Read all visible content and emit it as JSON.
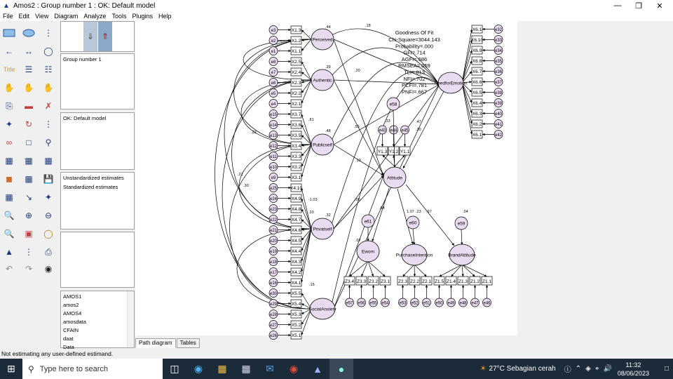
{
  "window": {
    "title": "Amos2 : Group number 1 : OK: Default model",
    "minimize": "—",
    "maximize": "❐",
    "close": "✕"
  },
  "menu": [
    "File",
    "Edit",
    "View",
    "Diagram",
    "Analyze",
    "Tools",
    "Plugins",
    "Help"
  ],
  "panels": {
    "group": "Group number 1",
    "model": "OK: Default model",
    "estimates": [
      "Unstandardized estimates",
      "Standardized estimates"
    ],
    "files": [
      "AMOS1",
      "amos2",
      "AMOS4",
      "amosdata",
      "CFAIN",
      "daat",
      "Data"
    ]
  },
  "fit": {
    "title": "Goodness Of Fit",
    "lines": [
      "Chi-Square=3044.143",
      "Probability=.000",
      "GFI=.714",
      "AGFI=.686",
      "RMSEA=.059",
      "TLI=.813",
      "NFI=.702",
      "PCFI=.781",
      "PNFI=.667"
    ]
  },
  "latents": {
    "perceived": "Perceived",
    "authentic": "Authentic",
    "publicself": "Publicself",
    "privatself": "Privatself",
    "socialanxiety": "SocialAnxiety",
    "needforemotion": "NeedforEmotion",
    "attitude": "Attitude",
    "ewom": "Ewom",
    "purchase": "PurchaseIntention",
    "brand": "BrandAttitude"
  },
  "left_items": [
    "X1.3",
    "X1.2",
    "X1.1",
    "X2.5",
    "X2.4",
    "X2.3",
    "X2.2",
    "X2.1",
    "X3.7",
    "X3.6",
    "X3.5",
    "X3.4",
    "X3.3",
    "X3.2",
    "X3.1",
    "X4.10",
    "X4.9",
    "X4.8",
    "X4.7",
    "X4.6",
    "X4.5",
    "X4.4",
    "X4.3",
    "X4.2",
    "X4.1",
    "X5.5",
    "X5.4",
    "X5.3",
    "X5.2",
    "X5.1"
  ],
  "left_errors": [
    "e3",
    "e2",
    "e1",
    "e8",
    "e7",
    "e6",
    "e5",
    "e4",
    "e15",
    "e14",
    "e13",
    "e12",
    "e11",
    "e10",
    "e9",
    "e25",
    "e24",
    "e23",
    "e22",
    "e21",
    "e20",
    "e19",
    "e18",
    "e17",
    "e16",
    "e30",
    "e29",
    "e28",
    "e27",
    "e26"
  ],
  "right_items": [
    "X6.1",
    "X6.10",
    "X6.9",
    "X6.8",
    "X6.7",
    "X6.6",
    "X6.5",
    "X6.4",
    "X6.3",
    "X6.2",
    "X6.1"
  ],
  "right_errors": [
    "e32",
    "e33",
    "e34",
    "e35",
    "e36",
    "e37",
    "e38",
    "e39",
    "e40",
    "e41",
    "e42"
  ],
  "y_items": [
    "Y1.3",
    "Y1.2",
    "Y1.1"
  ],
  "y_errors": [
    "e43",
    "e44",
    "e45"
  ],
  "ewom_items": [
    "Z3.4",
    "Z3.3",
    "Z3.2",
    "Z3.1"
  ],
  "ewom_errors": [
    "e57",
    "e56",
    "e55",
    "e54"
  ],
  "pi_items": [
    "Z2.3",
    "Z2.2",
    "Z2.1"
  ],
  "pi_errors": [
    "e53",
    "e52",
    "e51"
  ],
  "ba_items": [
    "Z1.5",
    "Z1.4",
    "Z1.3",
    "Z1.2",
    "Z1.1"
  ],
  "ba_errors": [
    "e50",
    "e49",
    "e48",
    "e47",
    "e46"
  ],
  "disturbances": {
    "attitude": "e58",
    "ewom": "e61",
    "purchase": "e60",
    "brand": "e59"
  },
  "path_labels": [
    ".44",
    ".39",
    ".48",
    ".32",
    ".18",
    ".20",
    ".10",
    ".55",
    ".00",
    ".84",
    ".07",
    ".97",
    ".23",
    "1.07",
    ".04",
    ".22",
    ".21",
    ".30",
    "-1.03",
    ".20",
    ".15",
    ".81",
    ".47",
    ".30",
    ".33"
  ],
  "tabs": [
    "Path diagram",
    "Tables"
  ],
  "status": "Not estimating any user-defined estimand.",
  "taskbar": {
    "search_placeholder": "Type here to search",
    "weather": "27°C  Sebagian cerah",
    "time": "11:32",
    "date": "08/06/2023"
  }
}
